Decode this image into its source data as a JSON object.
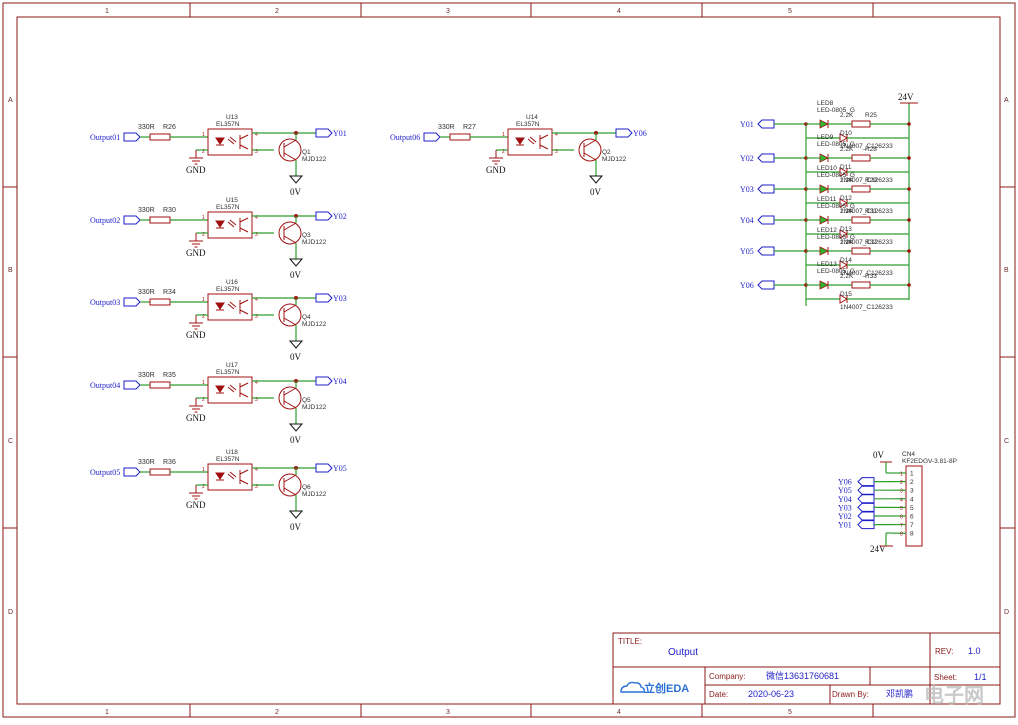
{
  "ruler": {
    "columns": [
      "1",
      "2",
      "3",
      "4",
      "5"
    ],
    "rows": [
      "A",
      "B",
      "C",
      "D"
    ]
  },
  "opto_channels": [
    {
      "input_net": "Output01",
      "resistor_value": "330R",
      "resistor_ref": "R26",
      "opto_ref": "U13",
      "opto_part": "EL357N",
      "transistor_ref": "Q1",
      "transistor_part": "MJD122",
      "output_net": "Y01",
      "gnd": "GND",
      "zero": "0V"
    },
    {
      "input_net": "Output02",
      "resistor_value": "330R",
      "resistor_ref": "R30",
      "opto_ref": "U15",
      "opto_part": "EL357N",
      "transistor_ref": "Q3",
      "transistor_part": "MJD122",
      "output_net": "Y02",
      "gnd": "GND",
      "zero": "0V"
    },
    {
      "input_net": "Output03",
      "resistor_value": "330R",
      "resistor_ref": "R34",
      "opto_ref": "U16",
      "opto_part": "EL357N",
      "transistor_ref": "Q4",
      "transistor_part": "MJD122",
      "output_net": "Y03",
      "gnd": "GND",
      "zero": "0V"
    },
    {
      "input_net": "Output04",
      "resistor_value": "330R",
      "resistor_ref": "R35",
      "opto_ref": "U17",
      "opto_part": "EL357N",
      "transistor_ref": "Q5",
      "transistor_part": "MJD122",
      "output_net": "Y04",
      "gnd": "GND",
      "zero": "0V"
    },
    {
      "input_net": "Output05",
      "resistor_value": "330R",
      "resistor_ref": "R36",
      "opto_ref": "U18",
      "opto_part": "EL357N",
      "transistor_ref": "Q6",
      "transistor_part": "MJD122",
      "output_net": "Y05",
      "gnd": "GND",
      "zero": "0V"
    },
    {
      "input_net": "Output06",
      "resistor_value": "330R",
      "resistor_ref": "R27",
      "opto_ref": "U14",
      "opto_part": "EL357N",
      "transistor_ref": "Q2",
      "transistor_part": "MJD122",
      "output_net": "Y06",
      "gnd": "GND",
      "zero": "0V"
    }
  ],
  "led_block": {
    "supply": "24V",
    "rows": [
      {
        "net": "Y01",
        "led_ref": "LED8",
        "led_part": "LED-0805_G",
        "res_value": "2.2K",
        "res_ref": "R25",
        "diode_ref": "D10",
        "diode_part": "1N4007_C126233"
      },
      {
        "net": "Y02",
        "led_ref": "LED9",
        "led_part": "LED-0805_G",
        "res_value": "2.2K",
        "res_ref": "R28",
        "diode_ref": "D11",
        "diode_part": "1N4007_C126233"
      },
      {
        "net": "Y03",
        "led_ref": "LED10",
        "led_part": "LED-0805_G",
        "res_value": "2.2K",
        "res_ref": "R29",
        "diode_ref": "D12",
        "diode_part": "1N4007_C126233"
      },
      {
        "net": "Y04",
        "led_ref": "LED11",
        "led_part": "LED-0805_G",
        "res_value": "2.2K",
        "res_ref": "R31",
        "diode_ref": "D13",
        "diode_part": "1N4007_C126233"
      },
      {
        "net": "Y05",
        "led_ref": "LED12",
        "led_part": "LED-0805_G",
        "res_value": "2.2K",
        "res_ref": "R32",
        "diode_ref": "D14",
        "diode_part": "1N4007_C126233"
      },
      {
        "net": "Y06",
        "led_ref": "LED13",
        "led_part": "LED-0805_G",
        "res_value": "2.2K",
        "res_ref": "R33",
        "diode_ref": "D15",
        "diode_part": "1N4007_C126233"
      }
    ]
  },
  "connector": {
    "ref": "CN4",
    "part": "KF2EDGV-3.81-8P",
    "top_power": "0V",
    "bottom_power": "24V",
    "nets": [
      "Y06",
      "Y05",
      "Y04",
      "Y03",
      "Y02",
      "Y01"
    ],
    "pins": [
      "1",
      "2",
      "3",
      "4",
      "5",
      "6",
      "7",
      "8"
    ]
  },
  "title_block": {
    "title_label": "TITLE:",
    "title": "Output",
    "rev_label": "REV:",
    "rev": "1.0",
    "company_label": "Company:",
    "company": "微信13631760681",
    "sheet_label": "Sheet:",
    "sheet": "1/1",
    "date_label": "Date:",
    "date": "2020-06-23",
    "drawn_label": "Drawn By:",
    "drawn": "邓凯鹏",
    "logo": "立创EDA"
  },
  "watermark": "电子网"
}
